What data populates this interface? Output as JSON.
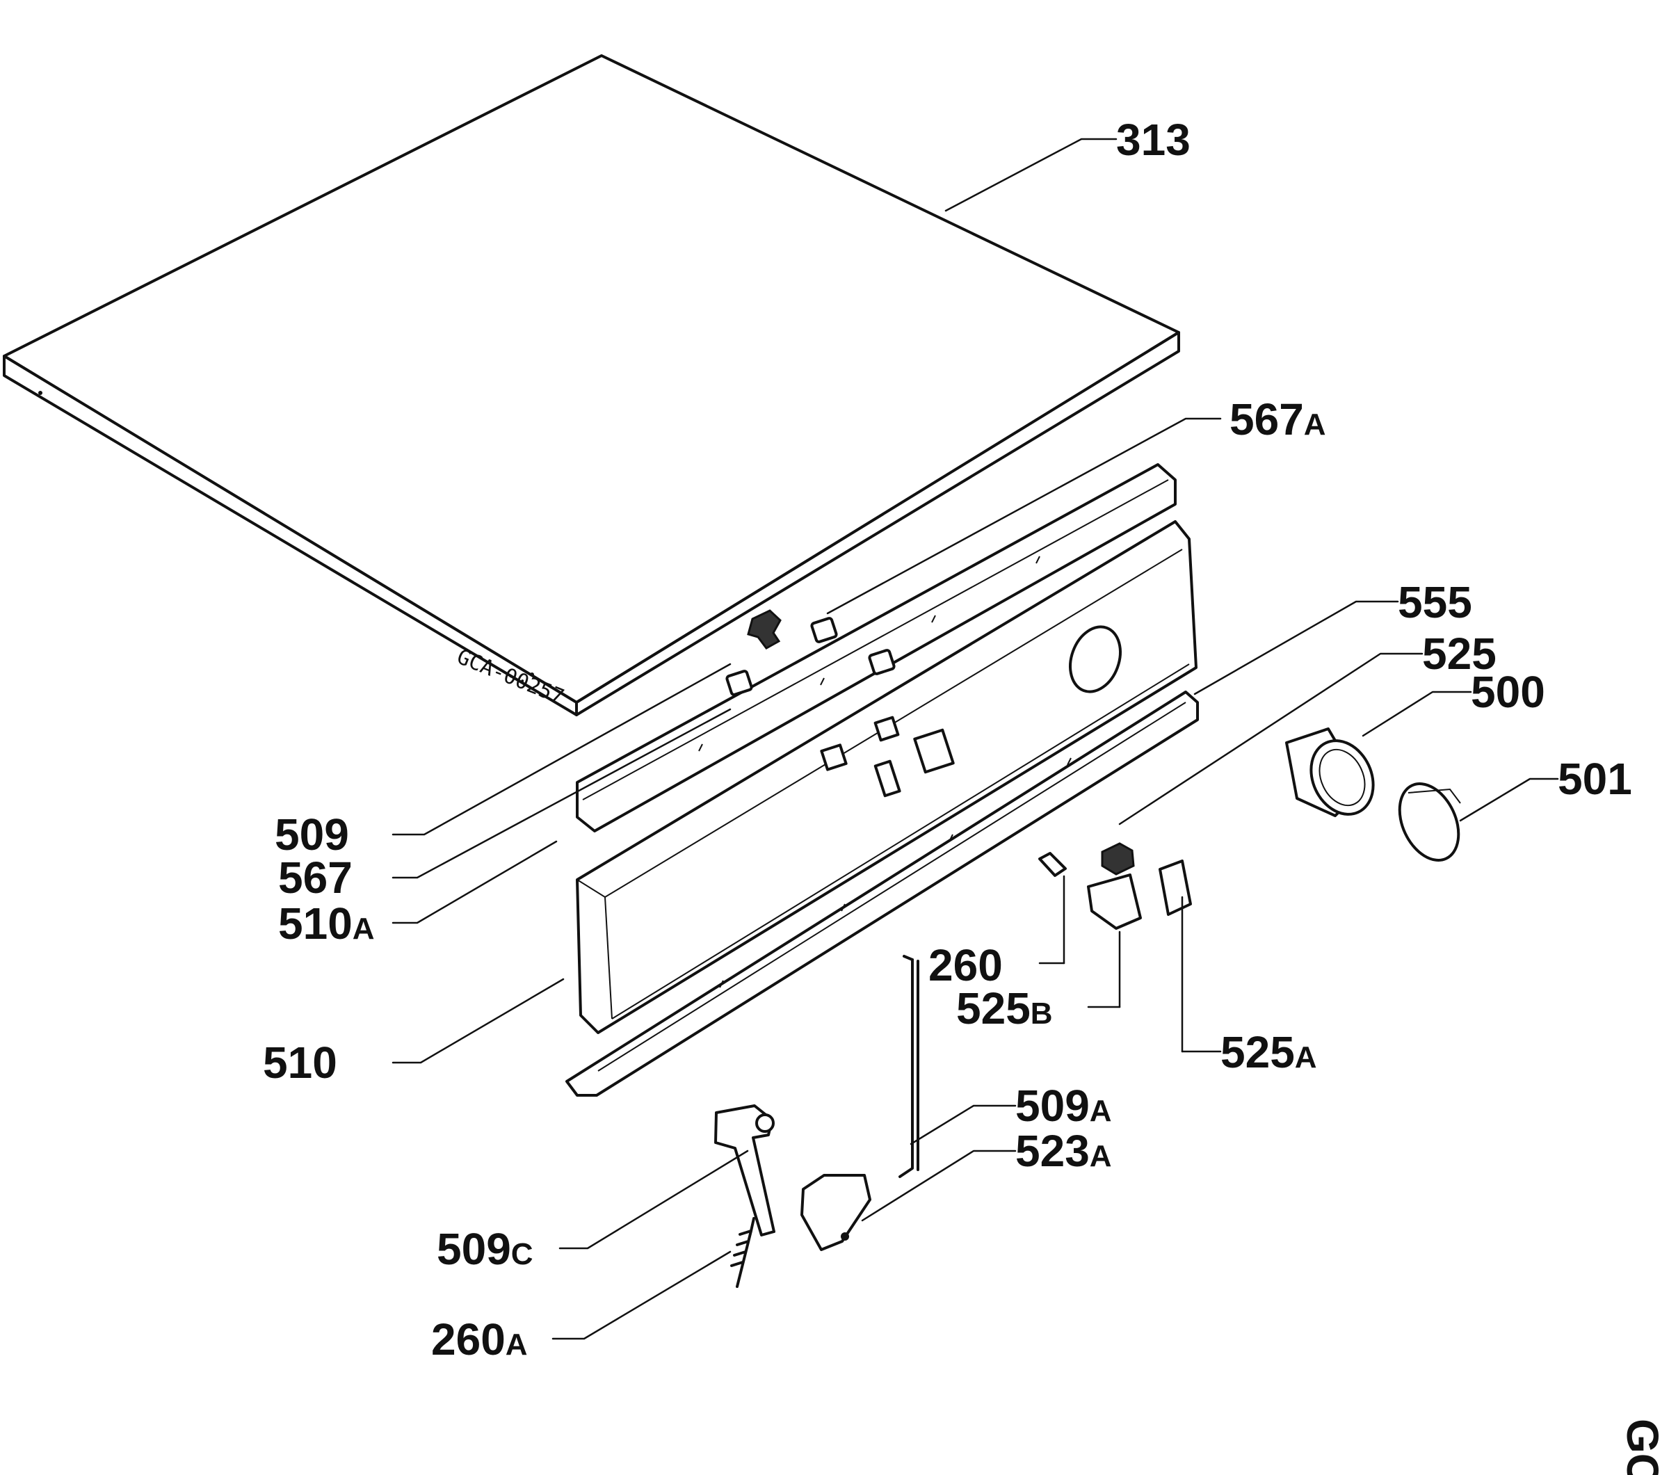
{
  "diagram": {
    "drawing_code": "GCA-00257",
    "corner_mark": "GC",
    "labels": [
      {
        "id": "313",
        "base": "313",
        "suffix": ""
      },
      {
        "id": "567A",
        "base": "567",
        "suffix": "A"
      },
      {
        "id": "555",
        "base": "555",
        "suffix": ""
      },
      {
        "id": "525",
        "base": "525",
        "suffix": ""
      },
      {
        "id": "500",
        "base": "500",
        "suffix": ""
      },
      {
        "id": "501",
        "base": "501",
        "suffix": ""
      },
      {
        "id": "509",
        "base": "509",
        "suffix": ""
      },
      {
        "id": "567",
        "base": "567",
        "suffix": ""
      },
      {
        "id": "510A",
        "base": "510",
        "suffix": "A"
      },
      {
        "id": "510",
        "base": "510",
        "suffix": ""
      },
      {
        "id": "260",
        "base": "260",
        "suffix": ""
      },
      {
        "id": "525B",
        "base": "525",
        "suffix": "B"
      },
      {
        "id": "525A",
        "base": "525",
        "suffix": "A"
      },
      {
        "id": "509A",
        "base": "509",
        "suffix": "A"
      },
      {
        "id": "523A",
        "base": "523",
        "suffix": "A"
      },
      {
        "id": "509C",
        "base": "509",
        "suffix": "C"
      },
      {
        "id": "260A",
        "base": "260",
        "suffix": "A"
      }
    ]
  }
}
